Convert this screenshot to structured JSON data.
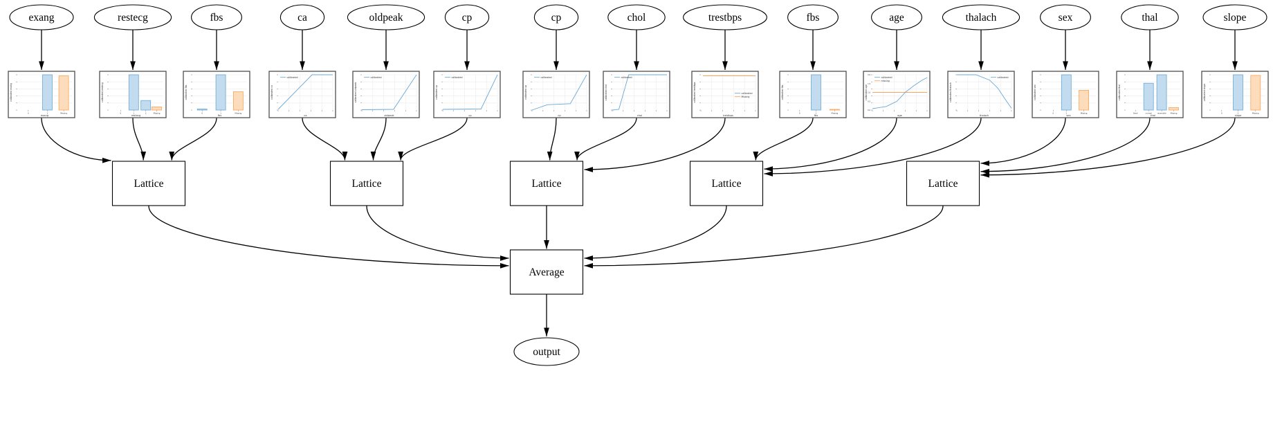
{
  "diagram": {
    "features": [
      {
        "label": "exang"
      },
      {
        "label": "restecg"
      },
      {
        "label": "fbs"
      },
      {
        "label": "ca"
      },
      {
        "label": "oldpeak"
      },
      {
        "label": "cp"
      },
      {
        "label": "cp"
      },
      {
        "label": "chol"
      },
      {
        "label": "trestbps"
      },
      {
        "label": "fbs"
      },
      {
        "label": "age"
      },
      {
        "label": "thalach"
      },
      {
        "label": "sex"
      },
      {
        "label": "thal"
      },
      {
        "label": "slope"
      }
    ],
    "lattices": [
      {
        "label": "Lattice",
        "inputs": [
          0,
          1,
          2
        ]
      },
      {
        "label": "Lattice",
        "inputs": [
          3,
          4,
          5
        ]
      },
      {
        "label": "Lattice",
        "inputs": [
          6,
          7,
          8
        ]
      },
      {
        "label": "Lattice",
        "inputs": [
          9,
          10,
          11
        ]
      },
      {
        "label": "Lattice",
        "inputs": [
          12,
          13,
          14
        ]
      }
    ],
    "average": {
      "label": "Average"
    },
    "output": {
      "label": "output"
    }
  },
  "colors": {
    "calibrated_stroke": "#69a8d6",
    "calibrated_fill": "#c2dbee",
    "missing_stroke": "#f9a65a",
    "missing_fill": "#fcdcba",
    "grid": "#ebebeb",
    "frame": "#4d4d4d",
    "edge": "#000000"
  },
  "chart_data": [
    {
      "feature": "exang",
      "type": "bar",
      "ylabel": "calibrated exang",
      "xlabel": "exang",
      "xticks": [
        {
          "pos": 0.2,
          "label": "0"
        },
        {
          "pos": 0.55,
          "label": "1"
        },
        {
          "pos": 0.85,
          "label": "Missing"
        }
      ],
      "bars": [
        {
          "pos": 0.55,
          "height": 1.0,
          "series": "calibrated"
        },
        {
          "pos": 0.85,
          "height": 0.97,
          "series": "missing"
        }
      ]
    },
    {
      "feature": "restecg",
      "type": "bar",
      "ylabel": "calibrated restecg",
      "xlabel": "restecg",
      "xticks": [
        {
          "pos": 0.22,
          "label": "0"
        },
        {
          "pos": 0.46,
          "label": "1"
        },
        {
          "pos": 0.68,
          "label": "2"
        },
        {
          "pos": 0.88,
          "label": "Missing"
        }
      ],
      "bars": [
        {
          "pos": 0.46,
          "height": 1.0,
          "series": "calibrated"
        },
        {
          "pos": 0.68,
          "height": 0.27,
          "series": "calibrated"
        },
        {
          "pos": 0.88,
          "height": 0.09,
          "series": "missing"
        }
      ]
    },
    {
      "feature": "fbs",
      "type": "bar",
      "ylabel": "calibrated fbs",
      "xlabel": "fbs",
      "xticks": [
        {
          "pos": 0.18,
          "label": "0"
        },
        {
          "pos": 0.52,
          "label": "1"
        },
        {
          "pos": 0.84,
          "label": "Missing"
        }
      ],
      "bars": [
        {
          "pos": 0.18,
          "height": 0.03,
          "series": "calibrated"
        },
        {
          "pos": 0.52,
          "height": 1.0,
          "series": "calibrated"
        },
        {
          "pos": 0.84,
          "height": 0.52,
          "series": "missing"
        }
      ]
    },
    {
      "feature": "ca",
      "type": "line",
      "ylabel": "calibrated ca",
      "xlabel": "ca",
      "legend": {
        "position": "top-left",
        "entries": [
          {
            "label": "calibrated",
            "series": "calibrated"
          }
        ]
      },
      "series": [
        {
          "name": "calibrated",
          "points": [
            [
              0,
              0.02
            ],
            [
              0.62,
              1.0
            ],
            [
              1,
              1.0
            ]
          ]
        }
      ]
    },
    {
      "feature": "oldpeak",
      "type": "line",
      "ylabel": "calibrated oldpeak",
      "xlabel": "oldpeak",
      "legend": {
        "position": "top-left",
        "entries": [
          {
            "label": "calibrated",
            "series": "calibrated"
          }
        ]
      },
      "series": [
        {
          "name": "calibrated",
          "points": [
            [
              0,
              0.01
            ],
            [
              0.58,
              0.02
            ],
            [
              1,
              1.0
            ]
          ]
        }
      ]
    },
    {
      "feature": "cp",
      "type": "line",
      "ylabel": "calibrated cp",
      "xlabel": "cp",
      "legend": {
        "position": "top-left",
        "entries": [
          {
            "label": "calibrated",
            "series": "calibrated"
          }
        ]
      },
      "series": [
        {
          "name": "calibrated",
          "points": [
            [
              0,
              0.02
            ],
            [
              0.7,
              0.03
            ],
            [
              1,
              1.0
            ]
          ]
        }
      ]
    },
    {
      "feature": "cp",
      "type": "line",
      "ylabel": "calibrated cp",
      "xlabel": "cp",
      "legend": {
        "position": "top-left",
        "entries": [
          {
            "label": "calibrated",
            "series": "calibrated"
          }
        ]
      },
      "series": [
        {
          "name": "calibrated",
          "points": [
            [
              0,
              0.0
            ],
            [
              0.28,
              0.15
            ],
            [
              0.7,
              0.18
            ],
            [
              1,
              1.0
            ]
          ]
        }
      ]
    },
    {
      "feature": "chol",
      "type": "line",
      "ylabel": "calibrated chol",
      "xlabel": "chol",
      "legend": {
        "position": "top-left",
        "entries": [
          {
            "label": "calibrated",
            "series": "calibrated"
          }
        ]
      },
      "series": [
        {
          "name": "calibrated",
          "points": [
            [
              0,
              0.0
            ],
            [
              0.12,
              0.02
            ],
            [
              0.3,
              1.0
            ],
            [
              1,
              1.0
            ]
          ]
        }
      ]
    },
    {
      "feature": "trestbps",
      "type": "line",
      "ylabel": "calibrated trestbps",
      "xlabel": "trestbps",
      "legend": {
        "position": "mid-right",
        "entries": [
          {
            "label": "calibrated",
            "series": "calibrated"
          },
          {
            "label": "Missing",
            "series": "missing"
          }
        ]
      },
      "series": [
        {
          "name": "calibrated",
          "points": [
            [
              0.04,
              0.97
            ],
            [
              1,
              0.97
            ]
          ]
        },
        {
          "name": "missing",
          "points": [
            [
              0.04,
              0.97
            ],
            [
              1,
              0.97
            ]
          ]
        }
      ]
    },
    {
      "feature": "fbs",
      "type": "bar",
      "ylabel": "calibrated fbs",
      "xlabel": "fbs",
      "xticks": [
        {
          "pos": 0.2,
          "label": "0"
        },
        {
          "pos": 0.5,
          "label": "1"
        },
        {
          "pos": 0.84,
          "label": "Missing"
        }
      ],
      "bars": [
        {
          "pos": 0.5,
          "height": 1.0,
          "series": "calibrated"
        },
        {
          "pos": 0.84,
          "height": 0.02,
          "series": "missing"
        }
      ]
    },
    {
      "feature": "age",
      "type": "line",
      "ylabel": "calibrated age",
      "xlabel": "age",
      "yticks": [
        "2.0",
        "1.5",
        "1.0",
        "0.5",
        "0.0"
      ],
      "legend": {
        "position": "top-left",
        "entries": [
          {
            "label": "calibrated",
            "series": "calibrated"
          },
          {
            "label": "missing",
            "series": "missing"
          }
        ]
      },
      "series": [
        {
          "name": "missing",
          "points": [
            [
              0,
              0.5
            ],
            [
              1,
              0.5
            ]
          ]
        },
        {
          "name": "calibrated",
          "points": [
            [
              0,
              0.04
            ],
            [
              0.25,
              0.1
            ],
            [
              0.45,
              0.25
            ],
            [
              0.6,
              0.5
            ],
            [
              0.75,
              0.68
            ],
            [
              0.9,
              0.84
            ],
            [
              1,
              0.92
            ]
          ]
        }
      ]
    },
    {
      "feature": "thalach",
      "type": "line",
      "ylabel": "calibrated thalach",
      "xlabel": "thalach",
      "legend": {
        "position": "top-right",
        "entries": [
          {
            "label": "calibrated",
            "series": "calibrated"
          }
        ]
      },
      "series": [
        {
          "name": "calibrated",
          "points": [
            [
              0,
              1.0
            ],
            [
              0.35,
              1.0
            ],
            [
              0.6,
              0.85
            ],
            [
              0.75,
              0.62
            ],
            [
              0.88,
              0.32
            ],
            [
              1,
              0.05
            ]
          ]
        }
      ]
    },
    {
      "feature": "sex",
      "type": "bar",
      "ylabel": "calibrated sex",
      "xlabel": "sex",
      "xticks": [
        {
          "pos": 0.22,
          "label": "0"
        },
        {
          "pos": 0.46,
          "label": "1"
        },
        {
          "pos": 0.78,
          "label": "Missing"
        }
      ],
      "bars": [
        {
          "pos": 0.46,
          "height": 1.0,
          "series": "calibrated"
        },
        {
          "pos": 0.78,
          "height": 0.56,
          "series": "missing"
        }
      ]
    },
    {
      "feature": "thal",
      "type": "bar",
      "ylabel": "calibrated thal",
      "xlabel": "thal",
      "xticks": [
        {
          "pos": 0.18,
          "label": "fixed"
        },
        {
          "pos": 0.42,
          "label": "normal"
        },
        {
          "pos": 0.66,
          "label": "reversible"
        },
        {
          "pos": 0.88,
          "label": "Missing"
        }
      ],
      "bars": [
        {
          "pos": 0.42,
          "height": 0.76,
          "series": "calibrated"
        },
        {
          "pos": 0.66,
          "height": 1.0,
          "series": "calibrated"
        },
        {
          "pos": 0.88,
          "height": 0.07,
          "series": "missing"
        }
      ]
    },
    {
      "feature": "slope",
      "type": "bar",
      "ylabel": "calibrated slope",
      "xlabel": "slope",
      "xticks": [
        {
          "pos": 0.2,
          "label": "0"
        },
        {
          "pos": 0.5,
          "label": "1"
        },
        {
          "pos": 0.82,
          "label": "Missing"
        }
      ],
      "bars": [
        {
          "pos": 0.5,
          "height": 1.0,
          "series": "calibrated"
        },
        {
          "pos": 0.82,
          "height": 0.98,
          "series": "missing"
        }
      ]
    }
  ]
}
